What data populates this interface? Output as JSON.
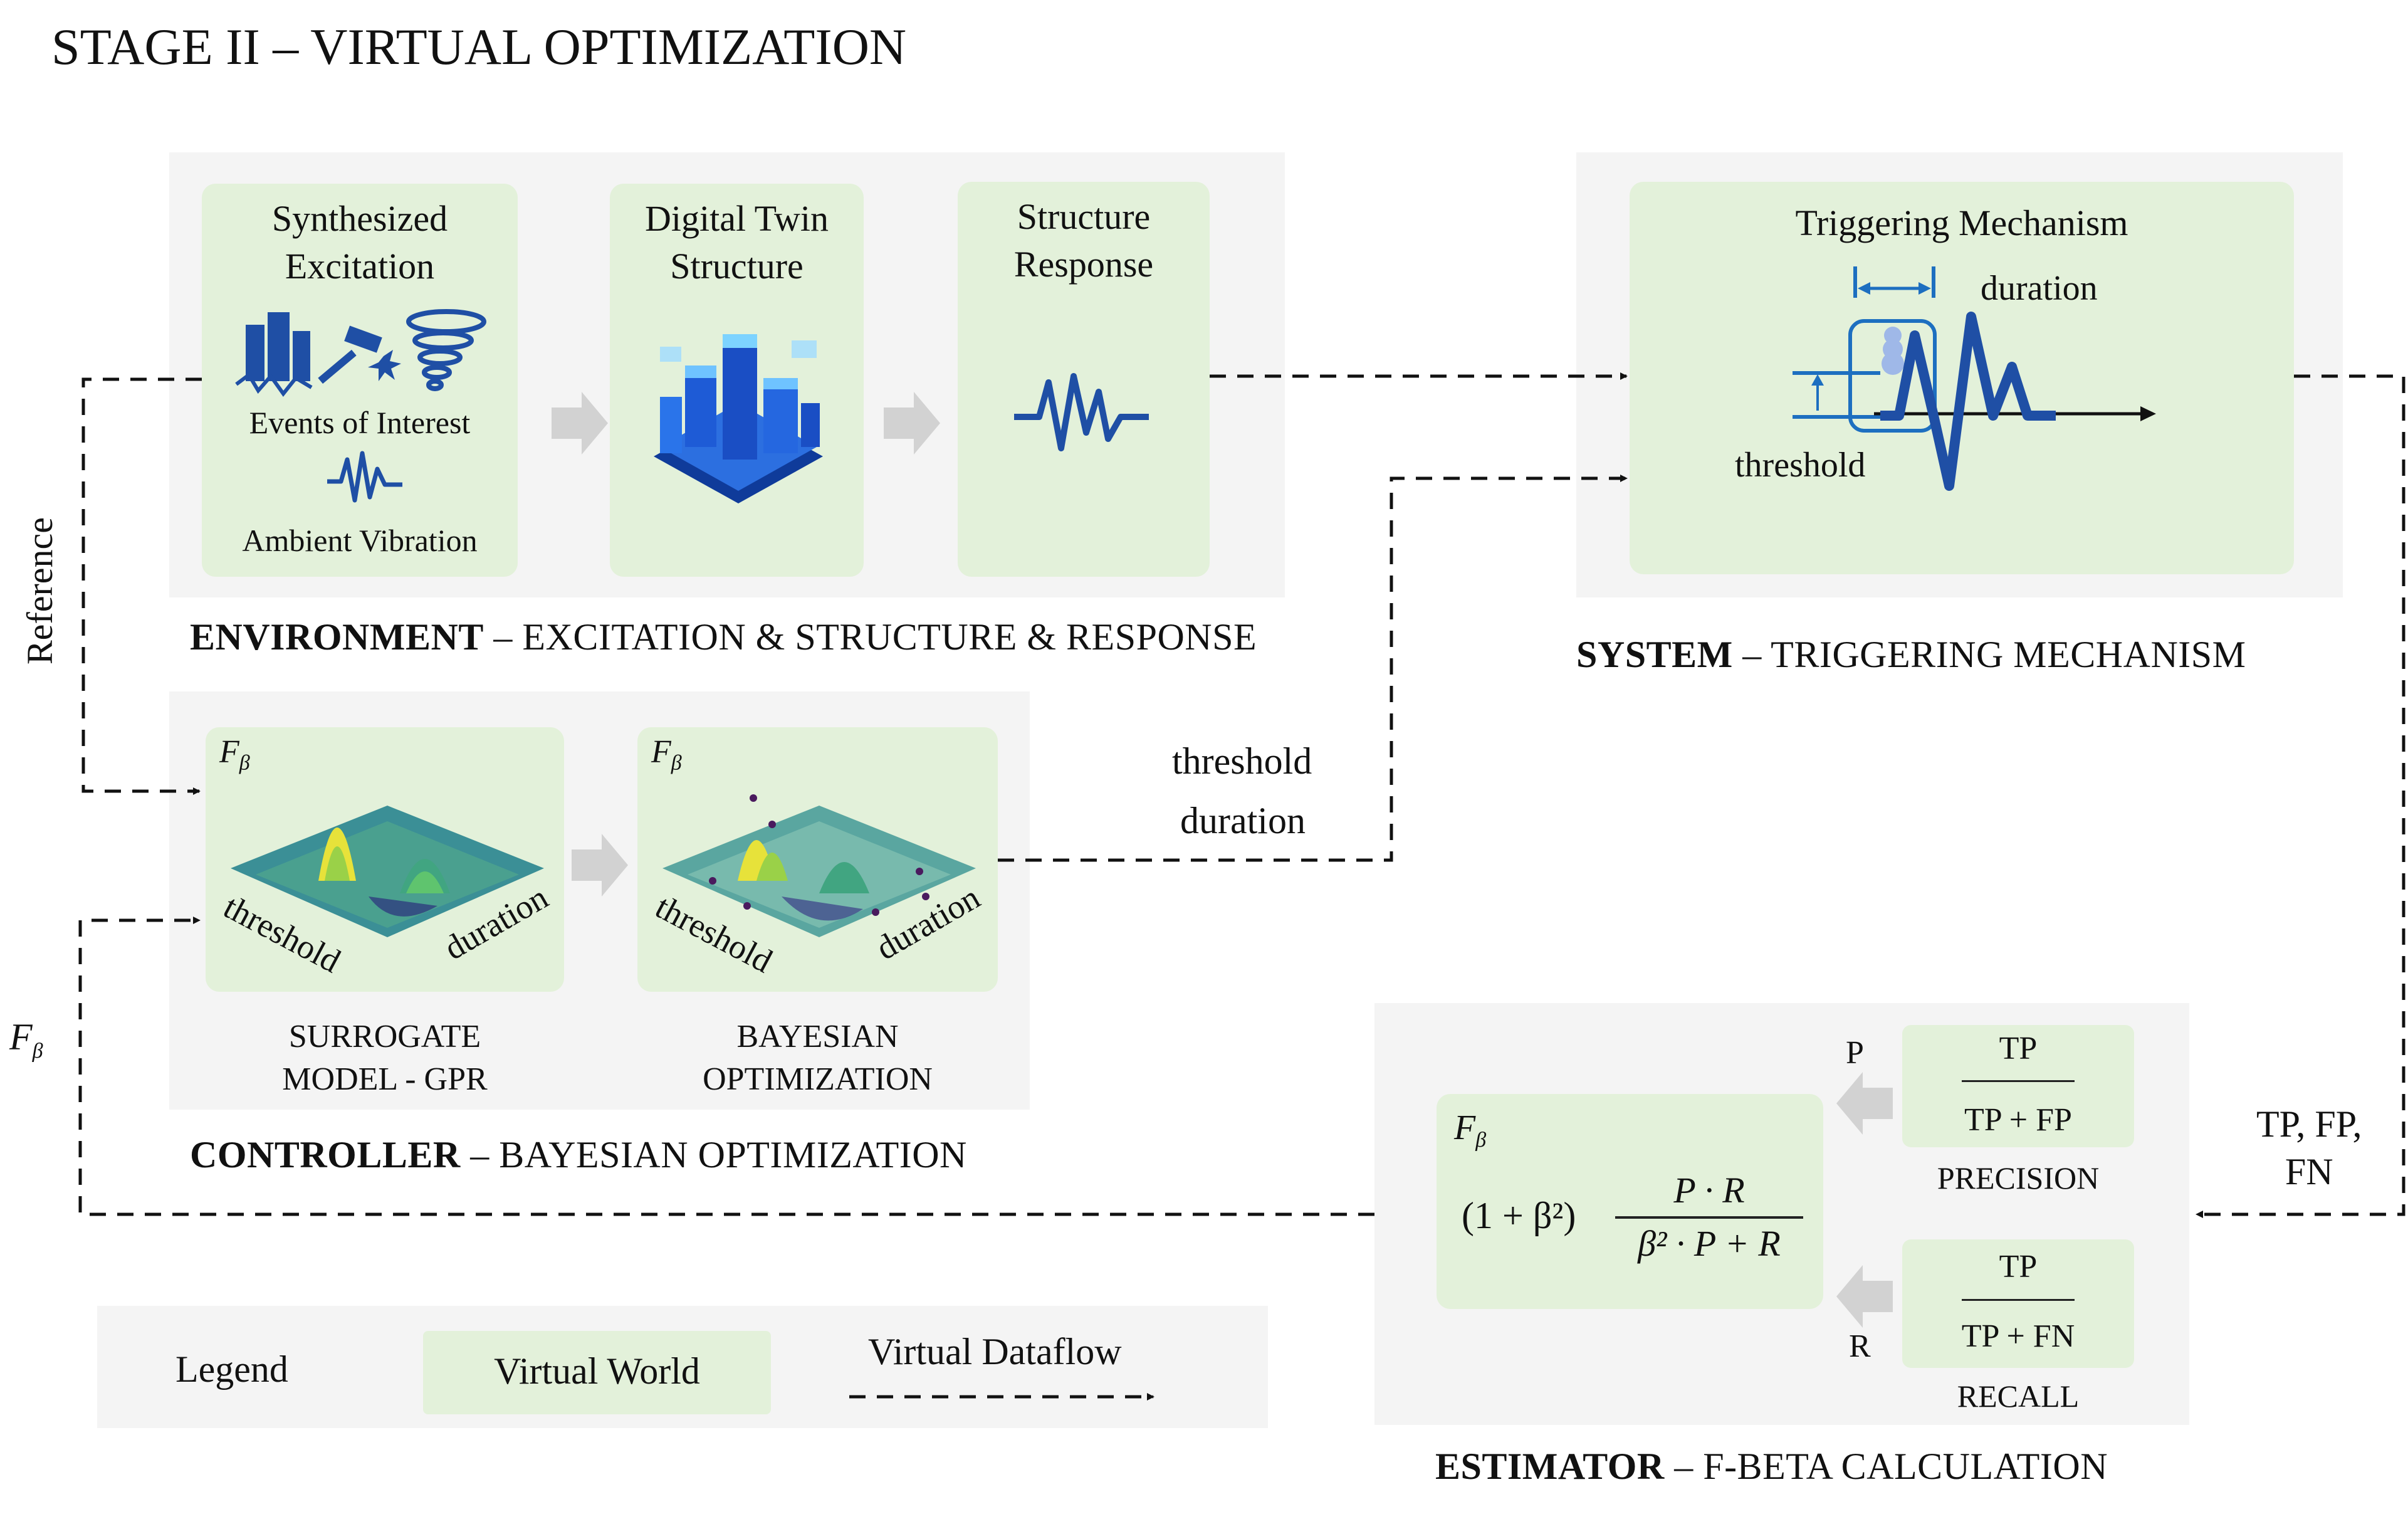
{
  "title": "STAGE II – VIRTUAL OPTIMIZATION",
  "environment": {
    "caption_bold": "ENVIRONMENT",
    "caption_rest": " – EXCITATION & STRUCTURE & RESPONSE",
    "excitation": {
      "title_line1": "Synthesized",
      "title_line2": "Excitation",
      "events_label": "Events of Interest",
      "ambient_label": "Ambient Vibration"
    },
    "twin": {
      "title_line1": "Digital Twin",
      "title_line2": "Structure"
    },
    "response": {
      "title_line1": "Structure",
      "title_line2": "Response"
    }
  },
  "system": {
    "caption_bold": "SYSTEM",
    "caption_rest": " – TRIGGERING MECHANISM",
    "card_title": "Triggering Mechanism",
    "duration_label": "duration",
    "threshold_label": "threshold"
  },
  "controller": {
    "caption_bold": "CONTROLLER",
    "caption_rest": " – BAYESIAN OPTIMIZATION",
    "fbeta_symbol": "F",
    "fbeta_sub": "β",
    "surrogate": {
      "axis_x": "threshold",
      "axis_y": "duration",
      "label_line1": "SURROGATE",
      "label_line2": "MODEL - GPR"
    },
    "bayesian": {
      "axis_x": "threshold",
      "axis_y": "duration",
      "label_line1": "BAYESIAN",
      "label_line2": "OPTIMIZATION"
    }
  },
  "estimator": {
    "caption_bold": "ESTIMATOR",
    "caption_rest": "  – F-BETA CALCULATION",
    "fbeta_symbol": "F",
    "fbeta_sub": "β",
    "formula_prefix": "(1 + β²)",
    "formula_num": "P · R",
    "formula_den": "β² · P + R",
    "precision": {
      "num": "TP",
      "den": "TP + FP",
      "label": "PRECISION",
      "letter": "P"
    },
    "recall": {
      "num": "TP",
      "den": "TP + FN",
      "label": "RECALL",
      "letter": "R"
    }
  },
  "flows": {
    "reference_label": "Reference",
    "threshold_label": "threshold",
    "duration_label": "duration",
    "fbeta_symbol": "F",
    "fbeta_sub": "β",
    "tpfp_line1": "TP, FP,",
    "tpfp_line2": "FN"
  },
  "legend": {
    "title": "Legend",
    "virtual_world": "Virtual World",
    "virtual_dataflow": "Virtual Dataflow"
  },
  "colors": {
    "panel": "#f4f4f4",
    "card": "#e3f1da",
    "icon_blue": "#1f4fa5",
    "accent_blue": "#1d6fc0",
    "arrow_gray": "#d2d2d2"
  }
}
